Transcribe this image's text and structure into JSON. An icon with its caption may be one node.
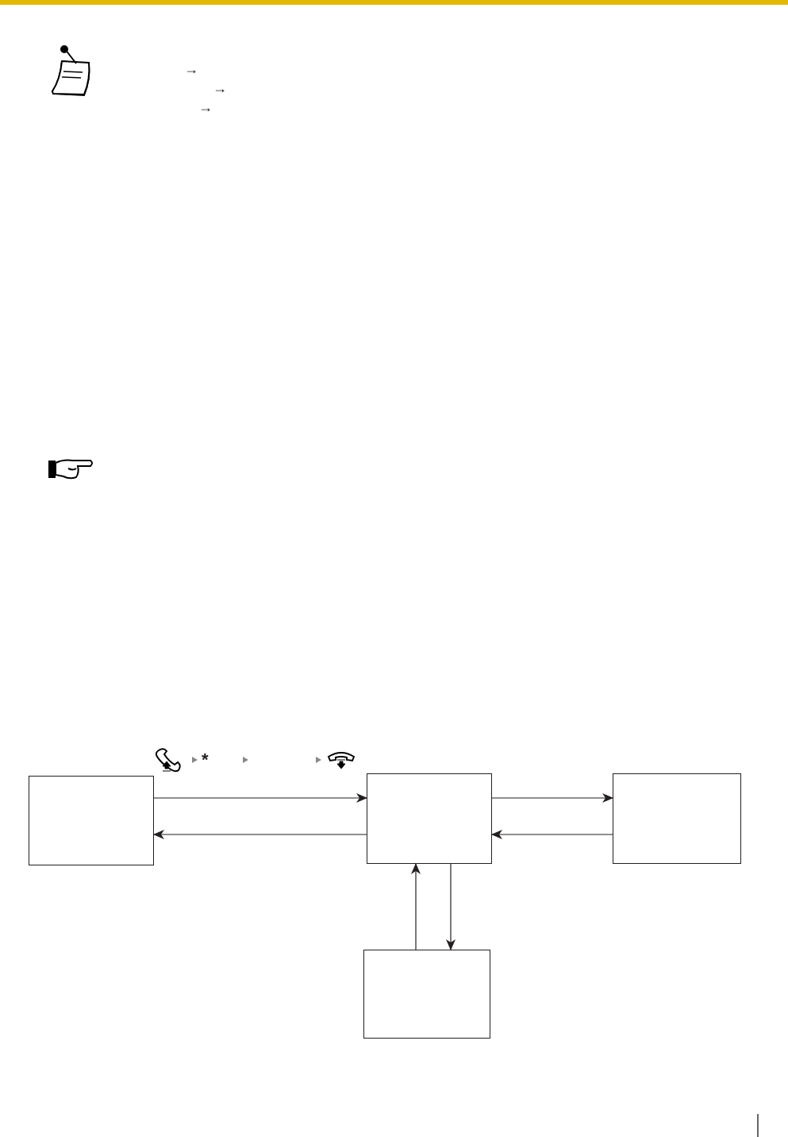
{
  "diagram": {
    "nodes": [
      {
        "text": [],
        "shape": "box"
      },
      {
        "text": [],
        "shape": "box"
      },
      {
        "text": [],
        "shape": "box"
      },
      {
        "text": [],
        "shape": "box"
      }
    ],
    "edges": [
      {
        "from": 0,
        "to": 1,
        "arrow": "to"
      },
      {
        "from": 1,
        "to": 0,
        "arrow": "to"
      },
      {
        "from": 1,
        "to": 2,
        "arrow": "to"
      },
      {
        "from": 2,
        "to": 1,
        "arrow": "to"
      },
      {
        "from": 1,
        "to": 3,
        "arrow": "to"
      },
      {
        "from": 3,
        "to": 1,
        "arrow": "to"
      }
    ],
    "labels": [
      "→",
      "→",
      "→",
      "*"
    ]
  }
}
